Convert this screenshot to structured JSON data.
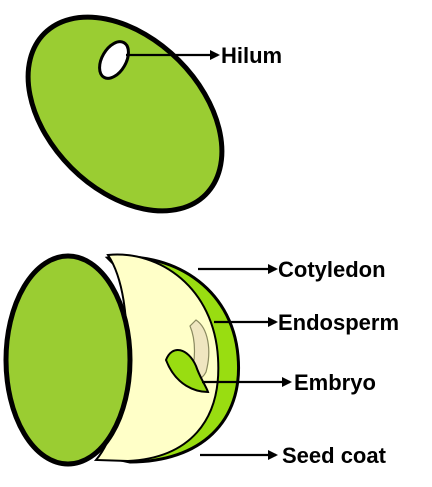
{
  "labels": {
    "hilum": "Hilum",
    "cotyledon": "Cotyledon",
    "endosperm": "Endosperm",
    "embryo": "Embryo",
    "seed_coat": "Seed coat"
  },
  "colors": {
    "seed_green": "#9ACD32",
    "bright_green": "#99DD11",
    "endosperm_cream": "#FFFFC8",
    "embryo_beige": "#EFE6C0",
    "outline": "#000000",
    "hilum_fill": "#FFFFFF"
  }
}
